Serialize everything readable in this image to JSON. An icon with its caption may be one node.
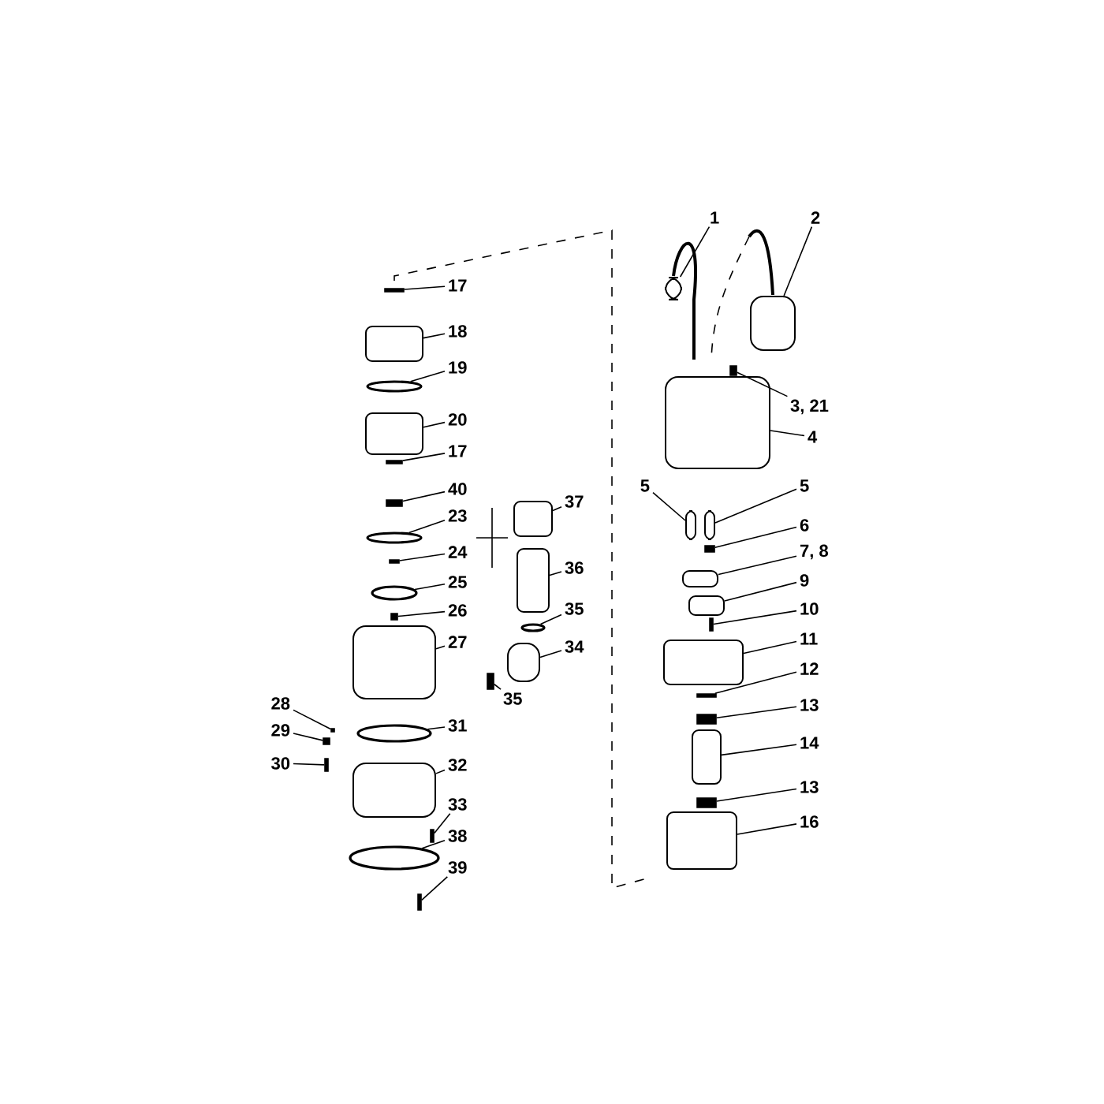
{
  "diagram": {
    "nodes": [
      {
        "text": [
          "17"
        ]
      },
      {
        "text": [],
        "shape": "bar"
      },
      {
        "text": [
          "18"
        ]
      },
      {
        "text": [],
        "shape": "cylinder"
      },
      {
        "text": [
          "19"
        ]
      },
      {
        "text": [],
        "shape": "circle"
      },
      {
        "text": [
          "20"
        ]
      },
      {
        "text": [],
        "shape": "cylinder"
      },
      {
        "text": [
          "17"
        ]
      },
      {
        "text": [],
        "shape": "bar"
      },
      {
        "text": [
          "40"
        ]
      },
      {
        "text": [],
        "shape": "bar"
      },
      {
        "text": [
          "23"
        ]
      },
      {
        "text": [],
        "shape": "circle"
      },
      {
        "text": [
          "24"
        ]
      },
      {
        "text": [],
        "shape": "bar"
      },
      {
        "text": [
          "25"
        ]
      },
      {
        "text": [],
        "shape": "circle"
      },
      {
        "text": [
          "26"
        ]
      },
      {
        "text": [],
        "shape": "bar"
      },
      {
        "text": [
          "27"
        ]
      },
      {
        "text": [],
        "shape": "box"
      },
      {
        "text": [
          "28"
        ]
      },
      {
        "text": [],
        "shape": "bar"
      },
      {
        "text": [
          "29"
        ]
      },
      {
        "text": [],
        "shape": "bar"
      },
      {
        "text": [
          "30"
        ]
      },
      {
        "text": [],
        "shape": "bar"
      },
      {
        "text": [
          "31"
        ]
      },
      {
        "text": [],
        "shape": "circle"
      },
      {
        "text": [
          "32"
        ]
      },
      {
        "text": [],
        "shape": "box"
      },
      {
        "text": [
          "33"
        ]
      },
      {
        "text": [],
        "shape": "bar"
      },
      {
        "text": [
          "38"
        ]
      },
      {
        "text": [],
        "shape": "circle"
      },
      {
        "text": [
          "39"
        ]
      },
      {
        "text": [],
        "shape": "bar"
      },
      {
        "text": [
          "37"
        ]
      },
      {
        "text": [],
        "shape": "cylinder"
      },
      {
        "text": [
          "36"
        ]
      },
      {
        "text": [],
        "shape": "cylinder"
      },
      {
        "text": [
          "35"
        ]
      },
      {
        "text": [],
        "shape": "circle"
      },
      {
        "text": [
          "34"
        ]
      },
      {
        "text": [],
        "shape": "box"
      },
      {
        "text": [
          "35"
        ]
      },
      {
        "text": [],
        "shape": "bar"
      },
      {
        "text": [
          "1"
        ]
      },
      {
        "text": [],
        "shape": "box"
      },
      {
        "text": [
          "2"
        ]
      },
      {
        "text": [],
        "shape": "box"
      },
      {
        "text": [
          "3, 21"
        ]
      },
      {
        "text": [],
        "shape": "bar"
      },
      {
        "text": [
          "4"
        ]
      },
      {
        "text": [],
        "shape": "box"
      },
      {
        "text": [
          "5"
        ]
      },
      {
        "text": [],
        "shape": "cylinder"
      },
      {
        "text": [
          "5"
        ]
      },
      {
        "text": [],
        "shape": "cylinder"
      },
      {
        "text": [
          "6"
        ]
      },
      {
        "text": [],
        "shape": "bar"
      },
      {
        "text": [
          "7, 8"
        ]
      },
      {
        "text": [],
        "shape": "cylinder"
      },
      {
        "text": [
          "9"
        ]
      },
      {
        "text": [],
        "shape": "cylinder"
      },
      {
        "text": [
          "10"
        ]
      },
      {
        "text": [],
        "shape": "bar"
      },
      {
        "text": [
          "11"
        ]
      },
      {
        "text": [],
        "shape": "cylinder"
      },
      {
        "text": [
          "12"
        ]
      },
      {
        "text": [],
        "shape": "bar"
      },
      {
        "text": [
          "13"
        ]
      },
      {
        "text": [],
        "shape": "bar"
      },
      {
        "text": [
          "14"
        ]
      },
      {
        "text": [],
        "shape": "cylinder"
      },
      {
        "text": [
          "13"
        ]
      },
      {
        "text": [],
        "shape": "bar"
      },
      {
        "text": [
          "16"
        ]
      },
      {
        "text": [],
        "shape": "cylinder"
      }
    ],
    "edges": [
      {
        "from": 0,
        "to": 1,
        "arrow": "none"
      },
      {
        "from": 2,
        "to": 3,
        "arrow": "none"
      },
      {
        "from": 4,
        "to": 5,
        "arrow": "none"
      },
      {
        "from": 6,
        "to": 7,
        "arrow": "none"
      },
      {
        "from": 8,
        "to": 9,
        "arrow": "none"
      },
      {
        "from": 10,
        "to": 11,
        "arrow": "none"
      },
      {
        "from": 12,
        "to": 13,
        "arrow": "none"
      },
      {
        "from": 14,
        "to": 15,
        "arrow": "none"
      },
      {
        "from": 16,
        "to": 17,
        "arrow": "none"
      },
      {
        "from": 18,
        "to": 19,
        "arrow": "none"
      },
      {
        "from": 20,
        "to": 21,
        "arrow": "none"
      },
      {
        "from": 22,
        "to": 23,
        "arrow": "none"
      },
      {
        "from": 24,
        "to": 25,
        "arrow": "none"
      },
      {
        "from": 26,
        "to": 27,
        "arrow": "none"
      },
      {
        "from": 28,
        "to": 29,
        "arrow": "none"
      },
      {
        "from": 30,
        "to": 31,
        "arrow": "none"
      },
      {
        "from": 32,
        "to": 33,
        "arrow": "none"
      },
      {
        "from": 34,
        "to": 35,
        "arrow": "none"
      },
      {
        "from": 36,
        "to": 37,
        "arrow": "none"
      },
      {
        "from": 38,
        "to": 39,
        "arrow": "none"
      },
      {
        "from": 40,
        "to": 41,
        "arrow": "none"
      },
      {
        "from": 42,
        "to": 43,
        "arrow": "none"
      },
      {
        "from": 44,
        "to": 45,
        "arrow": "none"
      },
      {
        "from": 46,
        "to": 47,
        "arrow": "none"
      },
      {
        "from": 48,
        "to": 49,
        "arrow": "none"
      },
      {
        "from": 50,
        "to": 51,
        "arrow": "none"
      },
      {
        "from": 52,
        "to": 53,
        "arrow": "none"
      },
      {
        "from": 54,
        "to": 55,
        "arrow": "none"
      },
      {
        "from": 56,
        "to": 57,
        "arrow": "none"
      },
      {
        "from": 58,
        "to": 59,
        "arrow": "none"
      },
      {
        "from": 60,
        "to": 61,
        "arrow": "none"
      },
      {
        "from": 62,
        "to": 63,
        "arrow": "none"
      },
      {
        "from": 64,
        "to": 65,
        "arrow": "none"
      },
      {
        "from": 66,
        "to": 67,
        "arrow": "none"
      },
      {
        "from": 68,
        "to": 69,
        "arrow": "none"
      },
      {
        "from": 70,
        "to": 71,
        "arrow": "none"
      },
      {
        "from": 72,
        "to": 73,
        "arrow": "none"
      },
      {
        "from": 74,
        "to": 75,
        "arrow": "none"
      },
      {
        "from": 76,
        "to": 77,
        "arrow": "none"
      },
      {
        "from": 78,
        "to": 79,
        "arrow": "none"
      }
    ]
  }
}
